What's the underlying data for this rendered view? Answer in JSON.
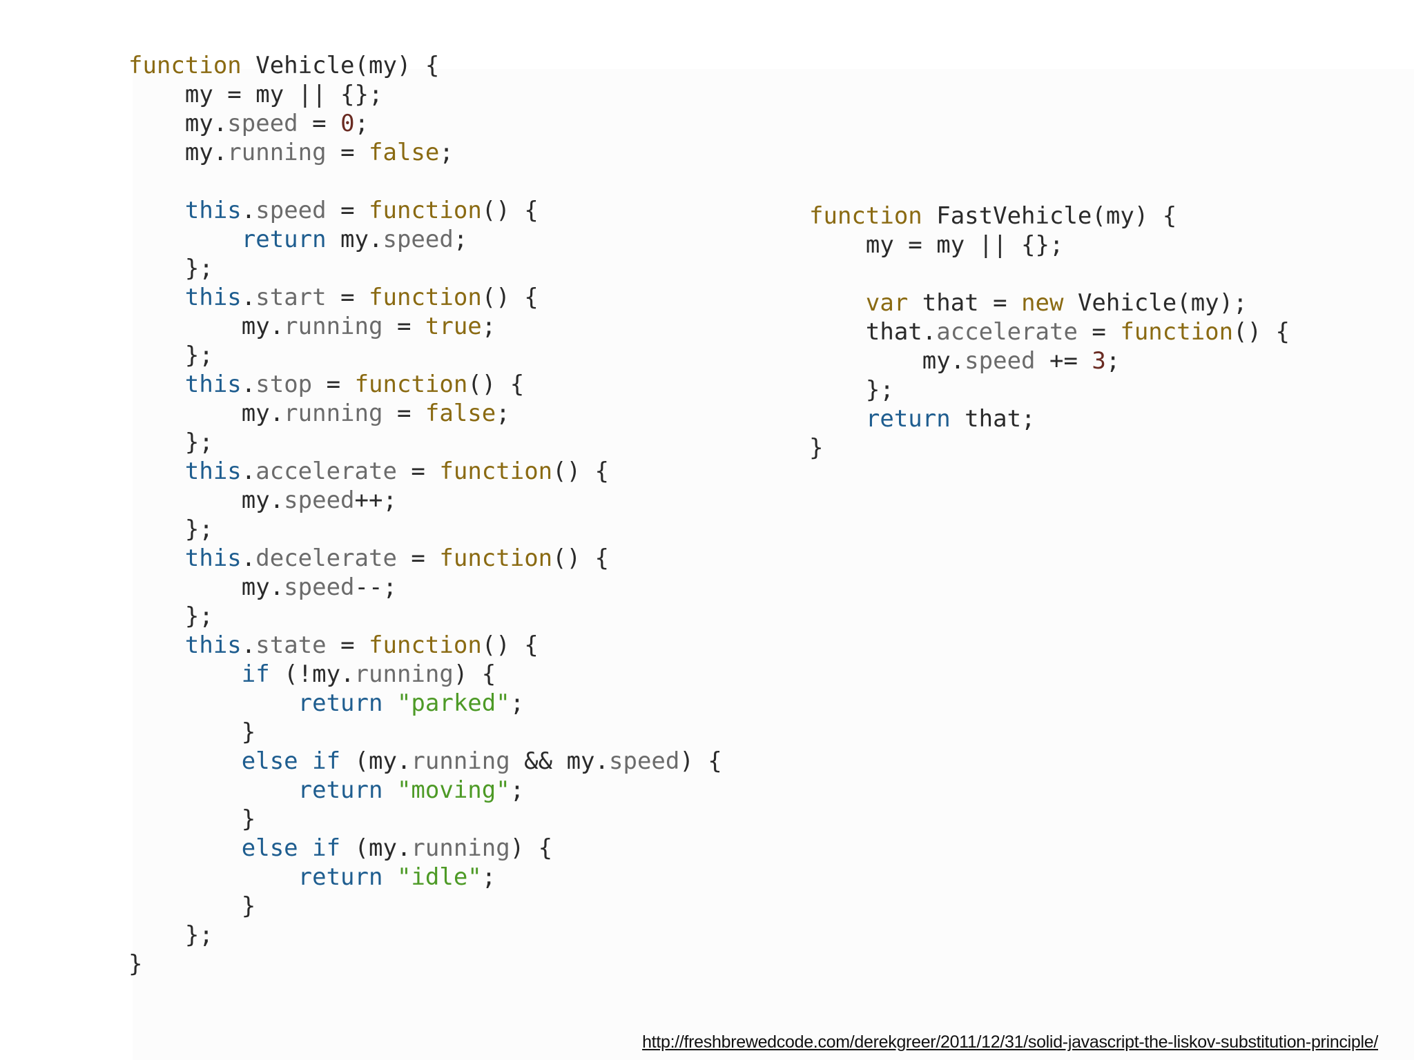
{
  "colors": {
    "keyword": "#8a6a12",
    "control": "#1e5d8f",
    "property": "#6b6b6b",
    "number": "#6a2b22",
    "string": "#4d9a26",
    "text": "#2a2a2a"
  },
  "code_left": {
    "lines": [
      [
        [
          "kw",
          "function"
        ],
        [
          "id",
          " Vehicle(my) {"
        ]
      ],
      [
        [
          "id",
          "    my = my || {};"
        ]
      ],
      [
        [
          "id",
          "    my."
        ],
        [
          "prop",
          "speed"
        ],
        [
          "id",
          " = "
        ],
        [
          "num",
          "0"
        ],
        [
          "id",
          ";"
        ]
      ],
      [
        [
          "id",
          "    my."
        ],
        [
          "prop",
          "running"
        ],
        [
          "id",
          " = "
        ],
        [
          "kw",
          "false"
        ],
        [
          "id",
          ";"
        ]
      ],
      [
        [
          "id",
          ""
        ]
      ],
      [
        [
          "blue",
          "    this"
        ],
        [
          "id",
          "."
        ],
        [
          "prop",
          "speed"
        ],
        [
          "id",
          " = "
        ],
        [
          "kw",
          "function"
        ],
        [
          "id",
          "() {"
        ]
      ],
      [
        [
          "blue",
          "        return"
        ],
        [
          "id",
          " my."
        ],
        [
          "prop",
          "speed"
        ],
        [
          "id",
          ";"
        ]
      ],
      [
        [
          "id",
          "    };"
        ]
      ],
      [
        [
          "blue",
          "    this"
        ],
        [
          "id",
          "."
        ],
        [
          "prop",
          "start"
        ],
        [
          "id",
          " = "
        ],
        [
          "kw",
          "function"
        ],
        [
          "id",
          "() {"
        ]
      ],
      [
        [
          "id",
          "        my."
        ],
        [
          "prop",
          "running"
        ],
        [
          "id",
          " = "
        ],
        [
          "kw",
          "true"
        ],
        [
          "id",
          ";"
        ]
      ],
      [
        [
          "id",
          "    };"
        ]
      ],
      [
        [
          "blue",
          "    this"
        ],
        [
          "id",
          "."
        ],
        [
          "prop",
          "stop"
        ],
        [
          "id",
          " = "
        ],
        [
          "kw",
          "function"
        ],
        [
          "id",
          "() {"
        ]
      ],
      [
        [
          "id",
          "        my."
        ],
        [
          "prop",
          "running"
        ],
        [
          "id",
          " = "
        ],
        [
          "kw",
          "false"
        ],
        [
          "id",
          ";"
        ]
      ],
      [
        [
          "id",
          "    };"
        ]
      ],
      [
        [
          "blue",
          "    this"
        ],
        [
          "id",
          "."
        ],
        [
          "prop",
          "accelerate"
        ],
        [
          "id",
          " = "
        ],
        [
          "kw",
          "function"
        ],
        [
          "id",
          "() {"
        ]
      ],
      [
        [
          "id",
          "        my."
        ],
        [
          "prop",
          "speed"
        ],
        [
          "id",
          "++;"
        ]
      ],
      [
        [
          "id",
          "    };"
        ]
      ],
      [
        [
          "blue",
          "    this"
        ],
        [
          "id",
          "."
        ],
        [
          "prop",
          "decelerate"
        ],
        [
          "id",
          " = "
        ],
        [
          "kw",
          "function"
        ],
        [
          "id",
          "() {"
        ]
      ],
      [
        [
          "id",
          "        my."
        ],
        [
          "prop",
          "speed"
        ],
        [
          "id",
          "--;"
        ]
      ],
      [
        [
          "id",
          "    };"
        ]
      ],
      [
        [
          "blue",
          "    this"
        ],
        [
          "id",
          "."
        ],
        [
          "prop",
          "state"
        ],
        [
          "id",
          " = "
        ],
        [
          "kw",
          "function"
        ],
        [
          "id",
          "() {"
        ]
      ],
      [
        [
          "blue",
          "        if"
        ],
        [
          "id",
          " (!my."
        ],
        [
          "prop",
          "running"
        ],
        [
          "id",
          ") {"
        ]
      ],
      [
        [
          "blue",
          "            return"
        ],
        [
          "id",
          " "
        ],
        [
          "str",
          "\"parked\""
        ],
        [
          "id",
          ";"
        ]
      ],
      [
        [
          "id",
          "        }"
        ]
      ],
      [
        [
          "blue",
          "        else if"
        ],
        [
          "id",
          " (my."
        ],
        [
          "prop",
          "running"
        ],
        [
          "id",
          " && my."
        ],
        [
          "prop",
          "speed"
        ],
        [
          "id",
          ") {"
        ]
      ],
      [
        [
          "blue",
          "            return"
        ],
        [
          "id",
          " "
        ],
        [
          "str",
          "\"moving\""
        ],
        [
          "id",
          ";"
        ]
      ],
      [
        [
          "id",
          "        }"
        ]
      ],
      [
        [
          "blue",
          "        else if"
        ],
        [
          "id",
          " (my."
        ],
        [
          "prop",
          "running"
        ],
        [
          "id",
          ") {"
        ]
      ],
      [
        [
          "blue",
          "            return"
        ],
        [
          "id",
          " "
        ],
        [
          "str",
          "\"idle\""
        ],
        [
          "id",
          ";"
        ]
      ],
      [
        [
          "id",
          "        }"
        ]
      ],
      [
        [
          "id",
          "    };"
        ]
      ],
      [
        [
          "id",
          "}"
        ]
      ]
    ]
  },
  "code_right": {
    "lines": [
      [
        [
          "kw",
          "function"
        ],
        [
          "id",
          " FastVehicle(my) {"
        ]
      ],
      [
        [
          "id",
          "    my = my || {};"
        ]
      ],
      [
        [
          "id",
          ""
        ]
      ],
      [
        [
          "kw",
          "    var"
        ],
        [
          "id",
          " that = "
        ],
        [
          "kw",
          "new"
        ],
        [
          "id",
          " Vehicle(my);"
        ]
      ],
      [
        [
          "id",
          "    that."
        ],
        [
          "prop",
          "accelerate"
        ],
        [
          "id",
          " = "
        ],
        [
          "kw",
          "function"
        ],
        [
          "id",
          "() {"
        ]
      ],
      [
        [
          "id",
          "        my."
        ],
        [
          "prop",
          "speed"
        ],
        [
          "id",
          " += "
        ],
        [
          "num",
          "3"
        ],
        [
          "id",
          ";"
        ]
      ],
      [
        [
          "id",
          "    };"
        ]
      ],
      [
        [
          "blue",
          "    return"
        ],
        [
          "id",
          " that;"
        ]
      ],
      [
        [
          "id",
          "}"
        ]
      ]
    ]
  },
  "footer": {
    "source_url": "http://freshbrewedcode.com/derekgreer/2011/12/31/solid-javascript-the-liskov-substitution-principle/"
  }
}
